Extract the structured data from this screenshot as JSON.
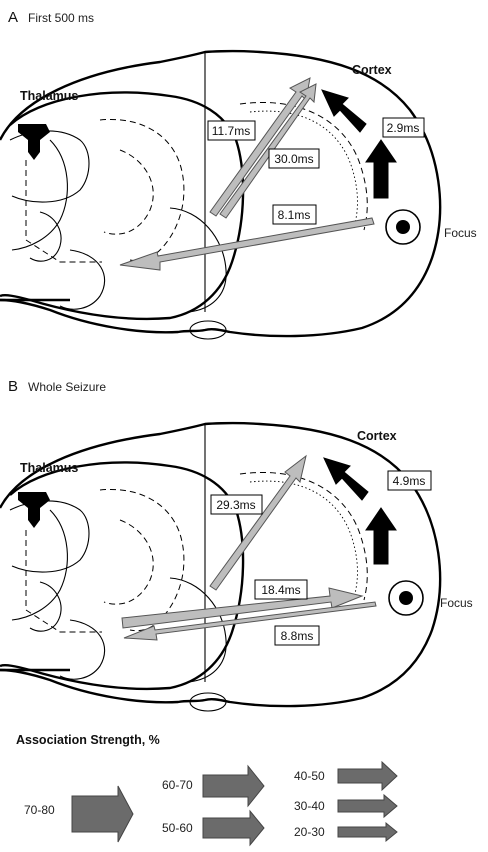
{
  "panels": [
    {
      "letter": "A",
      "title": "First 500 ms",
      "thalamus_label": "Thalamus",
      "cortex_label": "Cortex",
      "focus_label": "Focus",
      "latencies": [
        "11.7ms",
        "30.0ms",
        "8.1ms",
        "2.9ms"
      ]
    },
    {
      "letter": "B",
      "title": "Whole Seizure",
      "thalamus_label": "Thalamus",
      "cortex_label": "Cortex",
      "focus_label": "Focus",
      "latencies": [
        "29.3ms",
        "18.4ms",
        "8.8ms",
        "4.9ms"
      ]
    }
  ],
  "legend": {
    "title": "Association Strength, %",
    "items": [
      {
        "range": "70-80",
        "strength": 80
      },
      {
        "range": "60-70",
        "strength": 70
      },
      {
        "range": "50-60",
        "strength": 60
      },
      {
        "range": "40-50",
        "strength": 50
      },
      {
        "range": "30-40",
        "strength": 40
      },
      {
        "range": "20-30",
        "strength": 30
      }
    ]
  },
  "colors": {
    "gray_arrow": "#bdbdbd",
    "black_arrow": "#000000",
    "legend_arrow": "#6b6b6b"
  }
}
